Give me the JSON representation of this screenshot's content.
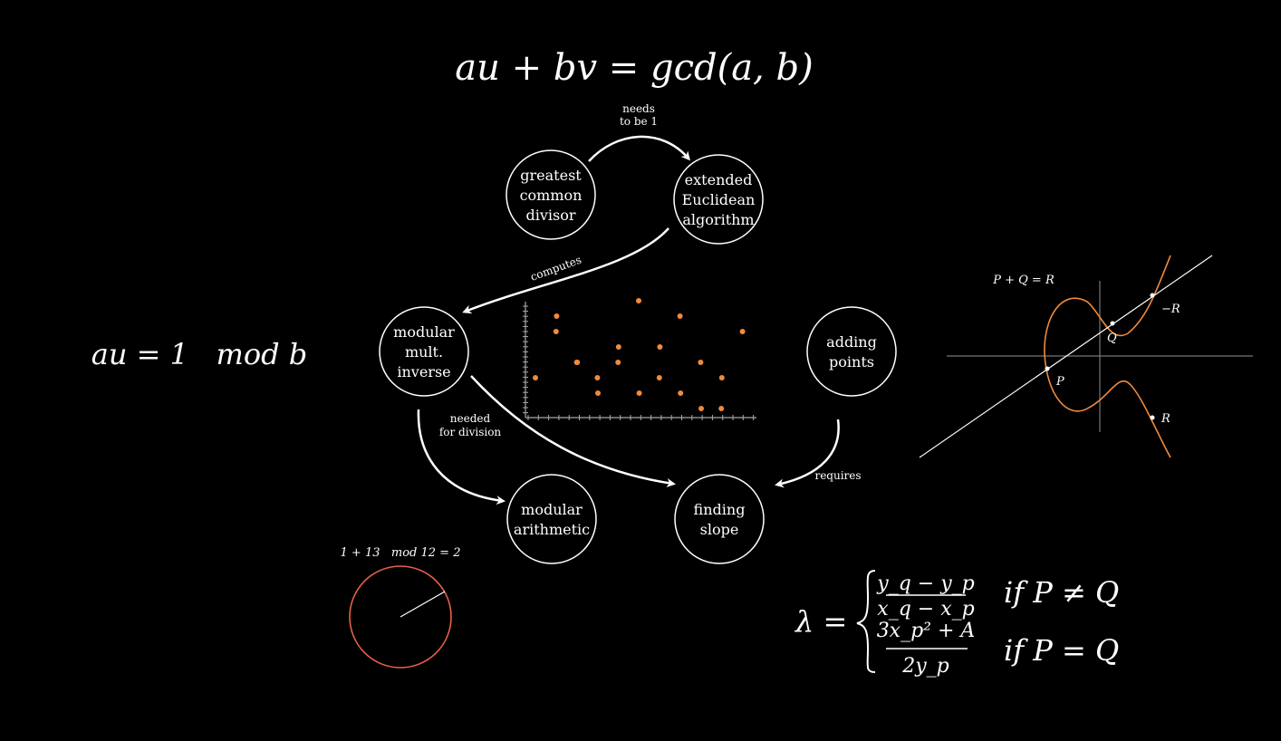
{
  "equations": {
    "bezout": "au + bv = gcd(a, b)",
    "inverse": "au = 1   mod b",
    "clock_caption": "1 + 13   mod 12 = 2",
    "slope": {
      "lhs": "λ =",
      "case1_num": "y_q − y_p",
      "case1_den": "x_q − x_p",
      "case1_cond": "if P ≠ Q",
      "case2_num": "3x_p² + A",
      "case2_den": "2y_p",
      "case2_cond": "if P = Q"
    }
  },
  "nodes": {
    "gcd": [
      "greatest",
      "common",
      "divisor"
    ],
    "euclid": [
      "extended",
      "Euclidean",
      "algorithm"
    ],
    "inverse": [
      "modular",
      "mult.",
      "inverse"
    ],
    "adding": [
      "adding",
      "points"
    ],
    "modarith": [
      "modular",
      "arithmetic"
    ],
    "slope": [
      "finding",
      "slope"
    ]
  },
  "edges": {
    "needs": [
      "needs",
      "to be 1"
    ],
    "computes": "computes",
    "needed": [
      "needed",
      "for division"
    ],
    "requires": "requires"
  },
  "curve": {
    "title": "P + Q = R",
    "labels": {
      "P": "P",
      "Q": "Q",
      "negR": "−R",
      "R": "R"
    }
  },
  "scatter_points": [
    [
      0,
      2
    ],
    [
      1,
      6
    ],
    [
      2,
      5
    ],
    [
      3,
      3
    ],
    [
      4,
      3
    ],
    [
      5,
      1
    ],
    [
      6,
      2
    ],
    [
      7,
      4
    ],
    [
      8,
      3
    ],
    [
      9,
      1
    ],
    [
      10,
      7
    ],
    [
      11,
      4
    ],
    [
      12,
      2
    ],
    [
      13,
      1
    ],
    [
      14,
      6
    ],
    [
      15,
      0
    ],
    [
      16,
      3
    ],
    [
      17,
      2
    ],
    [
      18,
      0
    ],
    [
      19,
      5
    ]
  ],
  "colors": {
    "background": "#000000",
    "foreground": "#ffffff",
    "accent": "#f08a3c",
    "clock": "#e8604a",
    "axis_grey": "#888888"
  }
}
